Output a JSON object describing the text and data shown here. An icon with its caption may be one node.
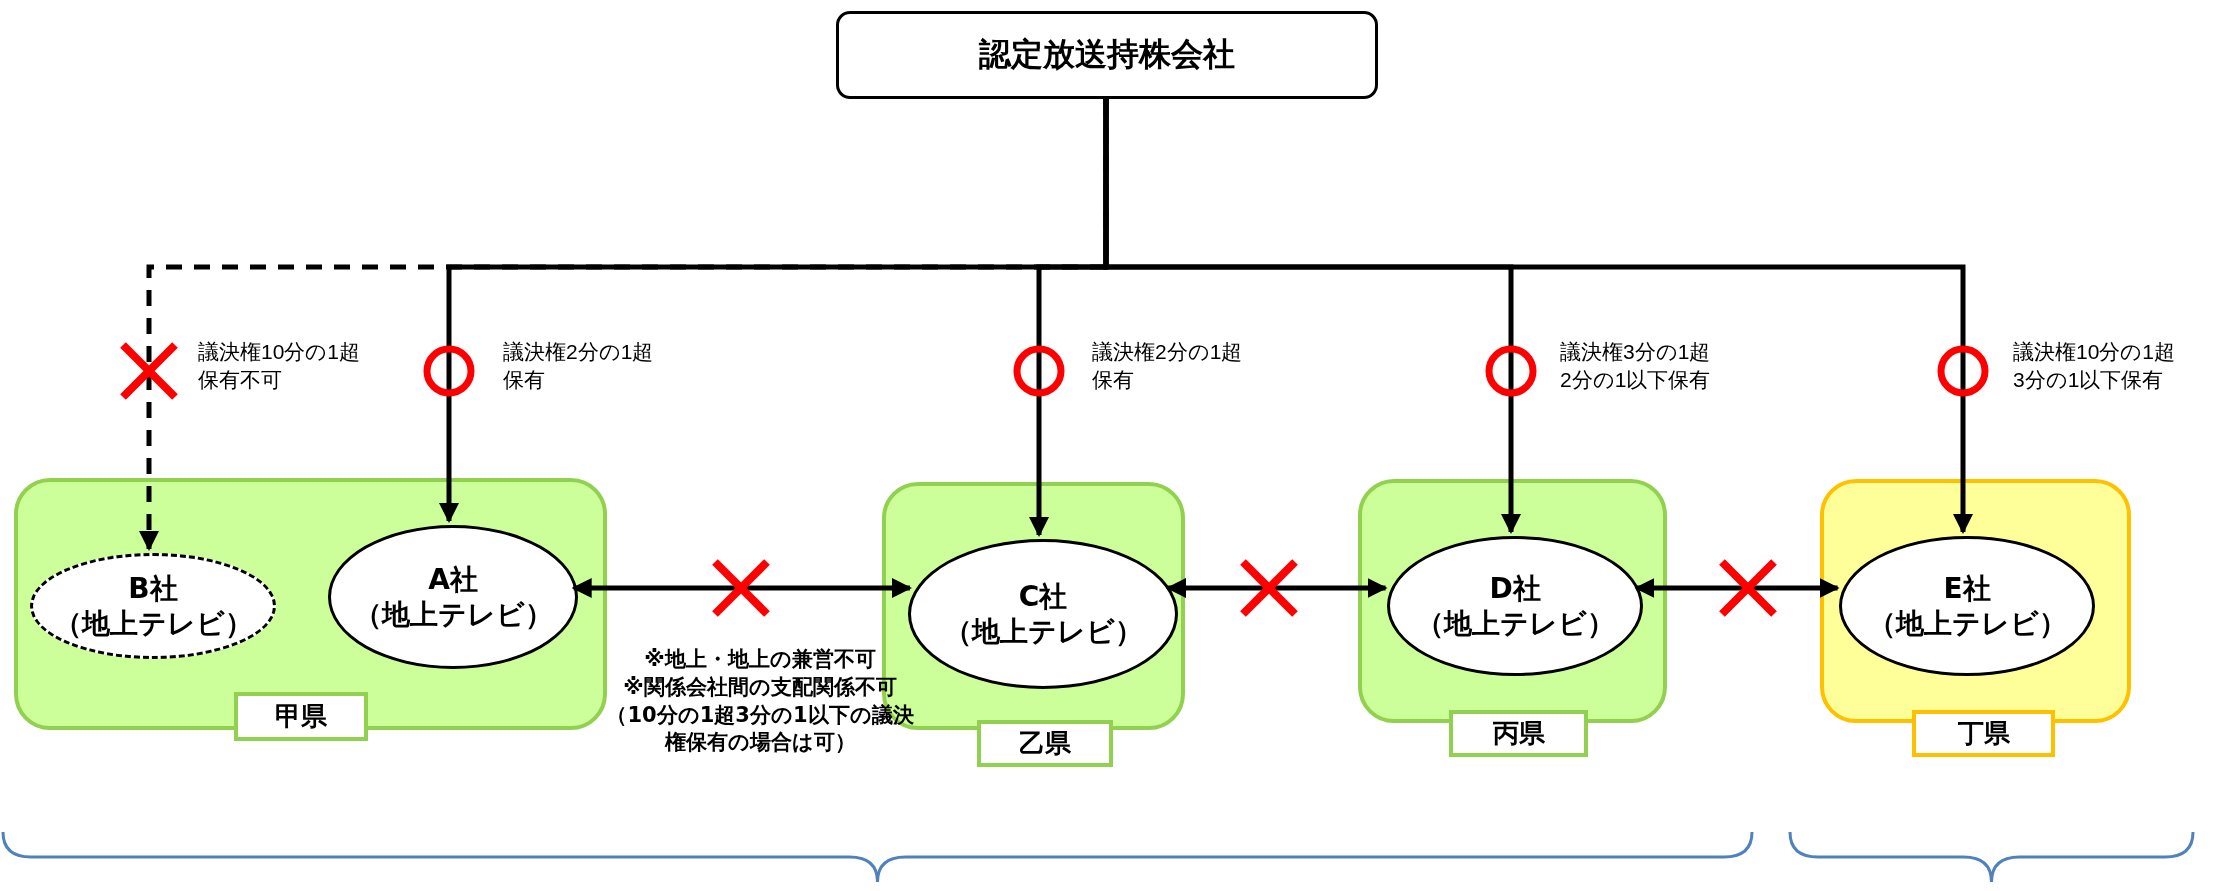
{
  "diagram": {
    "nodes": [
      {
        "text": [
          "認定放送持株会社"
        ]
      },
      {
        "text": [
          "甲県"
        ]
      },
      {
        "text": [
          "B社",
          "（地上テレビ）"
        ],
        "in": 1
      },
      {
        "text": [
          "A社",
          "（地上テレビ）"
        ],
        "in": 1
      },
      {
        "text": [
          "乙県"
        ]
      },
      {
        "text": [
          "C社",
          "（地上テレビ）"
        ],
        "in": 4
      },
      {
        "text": [
          "丙県"
        ]
      },
      {
        "text": [
          "D社",
          "（地上テレビ）"
        ],
        "in": 6
      },
      {
        "text": [
          "丁県"
        ]
      },
      {
        "text": [
          "E社",
          "（地上テレビ）"
        ],
        "in": 8
      }
    ],
    "edges": [
      {
        "from": 0,
        "to": 2,
        "arrow": "to",
        "style": "dashed",
        "label": "議決権10分の1超保有不可"
      },
      {
        "from": 0,
        "to": 3,
        "arrow": "to",
        "label": "議決権2分の1超保有"
      },
      {
        "from": 0,
        "to": 5,
        "arrow": "to",
        "label": "議決権2分の1超保有"
      },
      {
        "from": 0,
        "to": 7,
        "arrow": "to",
        "label": "議決権3分の1超2分の1以下保有"
      },
      {
        "from": 0,
        "to": 9,
        "arrow": "to",
        "label": "議決権10分の1超3分の1以下保有"
      },
      {
        "from": 3,
        "to": 5,
        "arrow": "both"
      },
      {
        "from": 5,
        "to": 7,
        "arrow": "both"
      },
      {
        "from": 7,
        "to": 9,
        "arrow": "both"
      }
    ],
    "labels": [
      "※地上・地上の兼営不可",
      "※関係会社間の支配関係不可",
      "（10分の1超3分の1以下の議決権保有の場合は可）"
    ]
  }
}
